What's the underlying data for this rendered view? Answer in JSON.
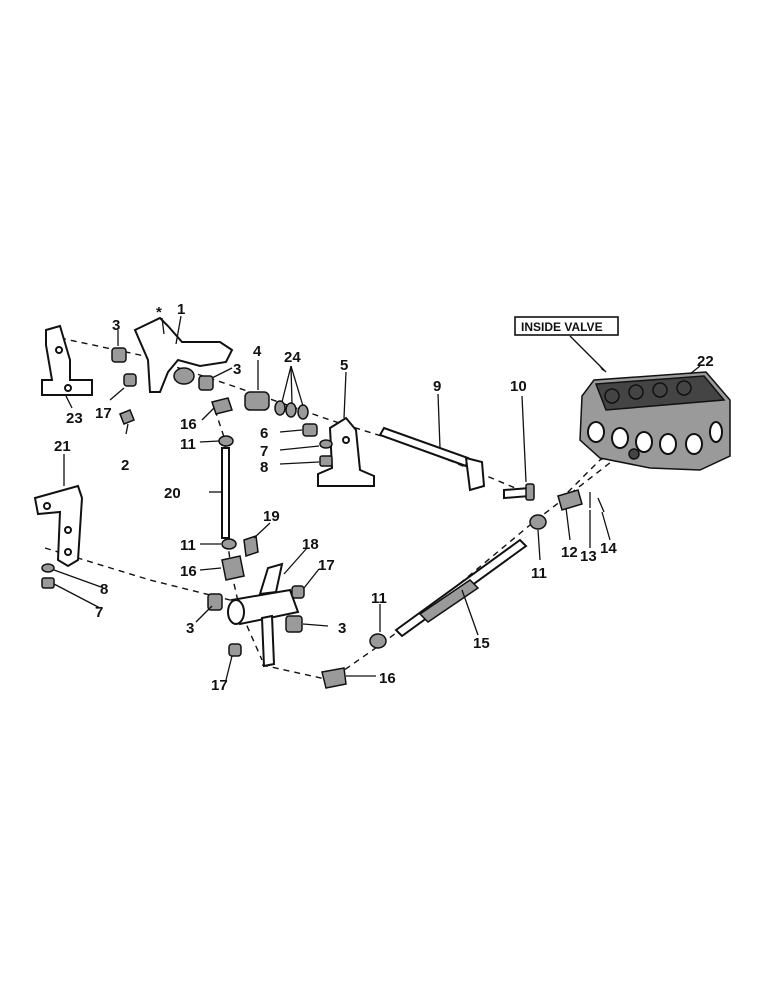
{
  "callout": {
    "box_text": "INSIDE VALVE"
  },
  "labels": {
    "l1": "1",
    "lstar": "*",
    "l2": "2",
    "l3a": "3",
    "l3b": "3",
    "l3c": "3",
    "l3d": "3",
    "l4": "4",
    "l5": "5",
    "l6": "6",
    "l7a": "7",
    "l7b": "7",
    "l8a": "8",
    "l8b": "8",
    "l9": "9",
    "l10": "10",
    "l11a": "11",
    "l11b": "11",
    "l11c": "11",
    "l11d": "11",
    "l12": "12",
    "l13": "13",
    "l14": "14",
    "l15": "15",
    "l16a": "16",
    "l16b": "16",
    "l16c": "16",
    "l17a": "17",
    "l17b": "17",
    "l17c": "17",
    "l18": "18",
    "l19": "19",
    "l20": "20",
    "l21": "21",
    "l22": "22",
    "l23": "23",
    "l24": "24"
  }
}
